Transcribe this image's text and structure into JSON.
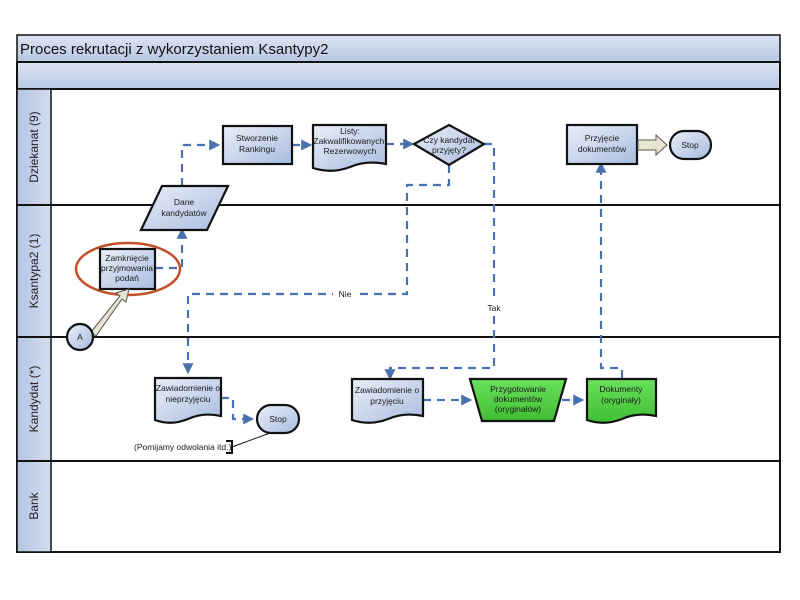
{
  "title": "Proces rekrutacji z wykorzystaniem Ksantypy2",
  "colors": {
    "header_fill": "#c6d3ea",
    "lane_fill": "#c3d1e8",
    "shape_blue": "#bfcde6",
    "shape_green": "#56d248",
    "flow_line": "#4a72b0",
    "highlight": "#c0502a",
    "arrow_fill": "#e8e6d0"
  },
  "lanes": [
    {
      "label": "Dziekanat (9)"
    },
    {
      "label": "Ksantypa2 (1)"
    },
    {
      "label": "Kandydat (*)"
    },
    {
      "label": "Bank"
    }
  ],
  "shapes": {
    "dane": {
      "type": "data",
      "lines": [
        "Dane",
        "kandydatów"
      ]
    },
    "ranking": {
      "type": "process",
      "lines": [
        "Stworzenie",
        "Rankingu"
      ]
    },
    "listy": {
      "type": "document",
      "lines": [
        "Listy:",
        "Zakwalifikowanych,",
        "Rezerwowych"
      ]
    },
    "decision": {
      "type": "decision",
      "lines": [
        "Czy kandydat",
        "przyjęty?"
      ]
    },
    "przyjecie": {
      "type": "process",
      "lines": [
        "Przyjęcie",
        "dokumentów"
      ]
    },
    "stop1": {
      "type": "terminator",
      "lines": [
        "Stop"
      ]
    },
    "zamkniecie": {
      "type": "process",
      "lines": [
        "Zamknięcie",
        "przyjmowania",
        "podań"
      ]
    },
    "connector": {
      "type": "connector",
      "lines": [
        "A"
      ]
    },
    "zaw_nie": {
      "type": "document",
      "lines": [
        "Zawiadomienie o",
        "nieprzyjęciu"
      ]
    },
    "stop2": {
      "type": "terminator",
      "lines": [
        "Stop"
      ]
    },
    "zaw_tak": {
      "type": "document",
      "lines": [
        "Zawiadomienie o",
        "przyjęciu"
      ]
    },
    "przygotowanie": {
      "type": "manual-operation",
      "lines": [
        "Przygotowanie",
        "dokumentów",
        "(oryginałów)"
      ]
    },
    "dokumenty": {
      "type": "document",
      "lines": [
        "Dokumenty",
        "(oryginały)"
      ]
    }
  },
  "labels": {
    "nie": "Nie",
    "tak": "Tak",
    "annotation": "(Pomijamy odwolania itd.)"
  }
}
